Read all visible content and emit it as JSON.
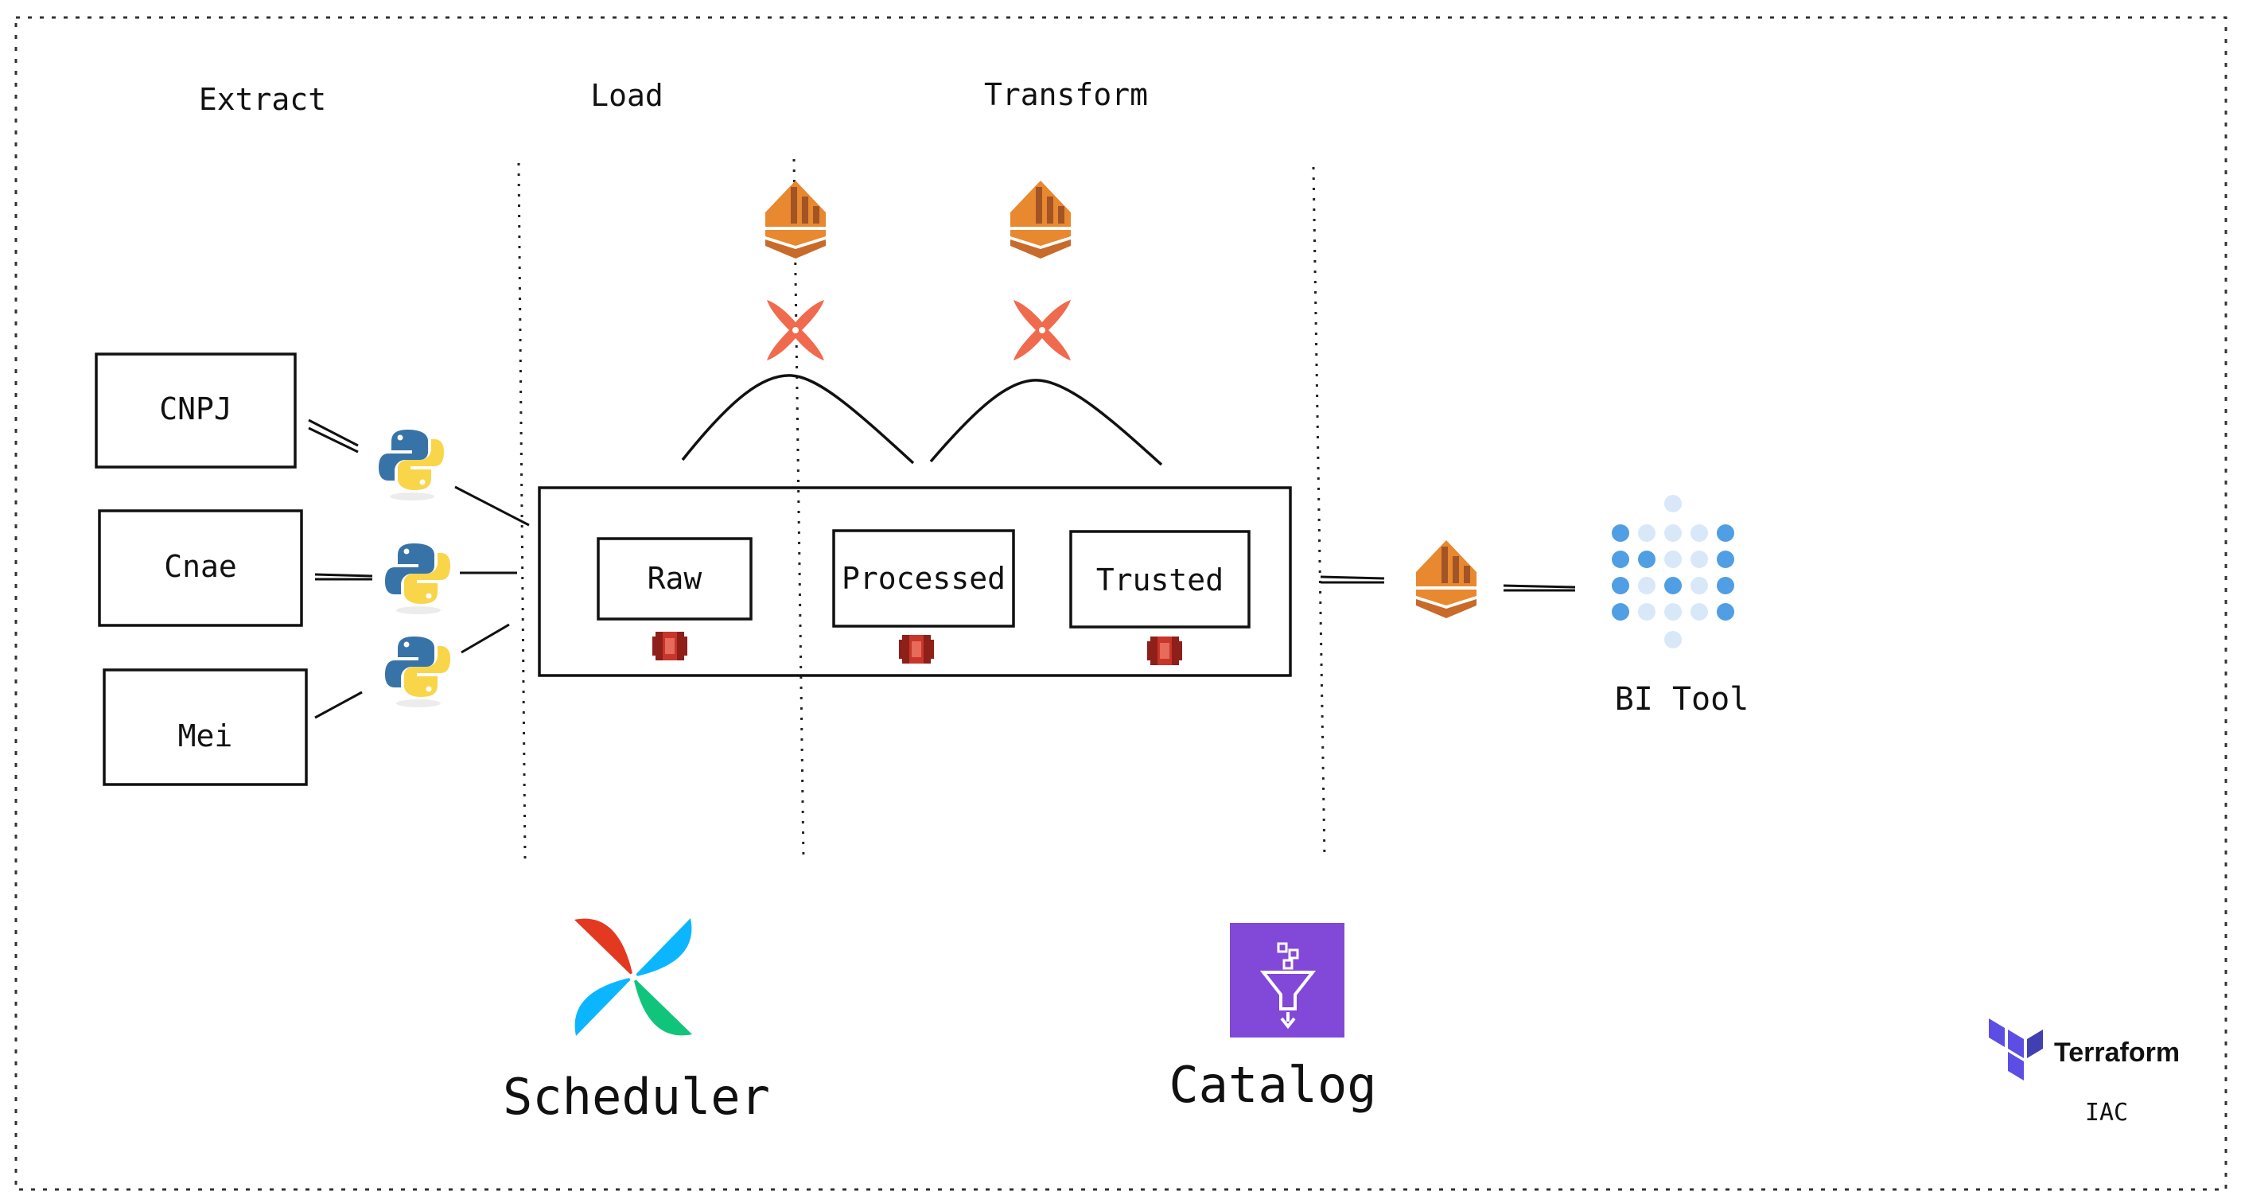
{
  "stages": {
    "extract": "Extract",
    "load": "Load",
    "transform": "Transform"
  },
  "sources": [
    "CNPJ",
    "Cnae",
    "Mei"
  ],
  "layers": [
    "Raw",
    "Processed",
    "Trusted"
  ],
  "bi": {
    "label": "BI Tool"
  },
  "scheduler": {
    "label": "Scheduler"
  },
  "catalog": {
    "label": "Catalog"
  },
  "iac": {
    "brand": "Terraform",
    "label": "IAC"
  },
  "colors": {
    "python_blue": "#3873a8",
    "python_yellow": "#f9d54a",
    "aws_orange": "#e8882f",
    "aws_dark": "#a35426",
    "dbt": "#f06a4e",
    "s3": "#c7352b",
    "glue_purple": "#8248d8",
    "metabase": "#509ee3",
    "terraform": "#5c4ee5",
    "airflow_red": "#e43921",
    "airflow_blue": "#0cb6ff",
    "airflow_green": "#11c47c",
    "airflow_teal": "#00ad46"
  },
  "icons": [
    "python-icon",
    "aws-emr-icon",
    "dbt-icon",
    "s3-icon",
    "metabase-icon",
    "airflow-icon",
    "aws-glue-icon",
    "terraform-icon"
  ]
}
